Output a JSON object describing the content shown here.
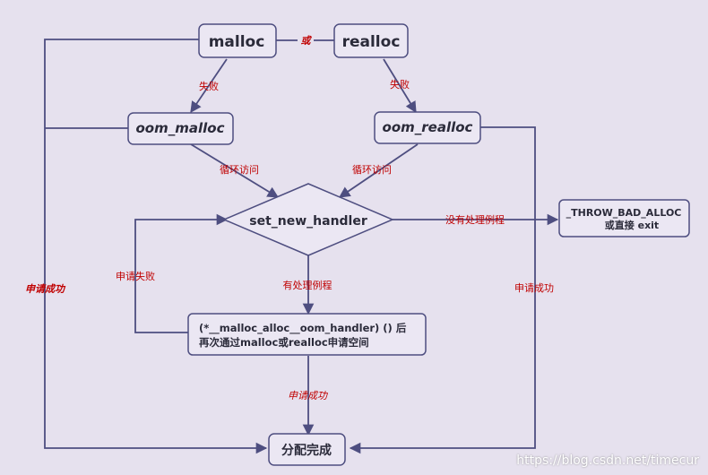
{
  "nodes": {
    "malloc": "malloc",
    "realloc": "realloc",
    "oom_malloc": "oom_malloc",
    "oom_realloc": "oom_realloc",
    "set_new_handler": "set_new_handler",
    "throw_line1": "_THROW_BAD_ALLOC",
    "throw_line2": "或直接 exit",
    "handler_line1": "(*__malloc_alloc__oom_handler) () 后",
    "handler_line2": "再次通过malloc或realloc申请空间",
    "done": "分配完成"
  },
  "labels": {
    "or": "或",
    "fail_left": "失败",
    "fail_right": "失败",
    "loop_left": "循环访问",
    "loop_right": "循环访问",
    "no_handler": "没有处理例程",
    "has_handler": "有处理例程",
    "apply_fail": "申请失败",
    "success_left": "申请成功",
    "success_right": "申请成功",
    "success_bottom": "申请成功"
  },
  "watermark": "https://blog.csdn.net/timecur",
  "colors": {
    "background": "#e6e1ee",
    "node_fill": "#ebe7f3",
    "stroke": "#4e4e80",
    "label": "#c00000"
  }
}
